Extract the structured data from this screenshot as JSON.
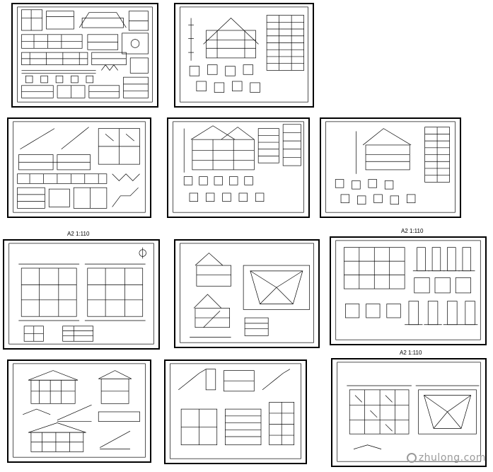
{
  "sheets": [
    {
      "id": "s1",
      "kind": "details",
      "caption": ""
    },
    {
      "id": "s2",
      "kind": "section-tables",
      "caption": ""
    },
    {
      "id": "s3",
      "kind": "stair-details",
      "caption": ""
    },
    {
      "id": "s4",
      "kind": "section-tables",
      "caption": ""
    },
    {
      "id": "s5",
      "kind": "section-tables",
      "caption": ""
    },
    {
      "id": "s6",
      "kind": "floor-plans",
      "caption": "A2  1:110"
    },
    {
      "id": "s7",
      "kind": "section-roof",
      "caption": ""
    },
    {
      "id": "s8",
      "kind": "foundation",
      "caption": "A2  1:110"
    },
    {
      "id": "s9",
      "kind": "elevations",
      "caption": ""
    },
    {
      "id": "s10",
      "kind": "stair-plans",
      "caption": ""
    },
    {
      "id": "s11",
      "kind": "roof-plan",
      "caption": "A2  1:110"
    }
  ],
  "watermark": {
    "text": "zhulong.com",
    "icon": "zhulong-logo-icon"
  }
}
